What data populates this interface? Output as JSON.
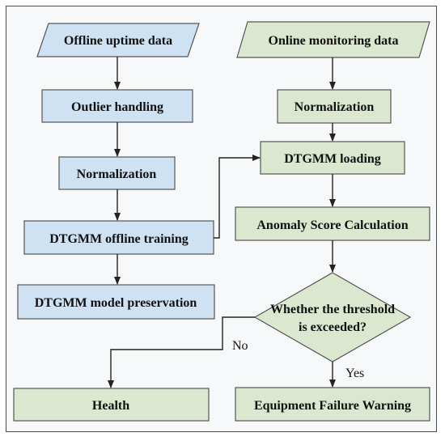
{
  "diagram": {
    "colors": {
      "blue_fill": "#cfe2f3",
      "green_fill": "#dbe8cf",
      "stroke": "#555555",
      "arrow": "#222222"
    },
    "nodes": {
      "offline_data": "Offline uptime data",
      "outlier": "Outlier handling",
      "norm_left": "Normalization",
      "offline_training": "DTGMM offline training",
      "preservation": "DTGMM model preservation",
      "online_data": "Online monitoring data",
      "norm_right": "Normalization",
      "loading": "DTGMM loading",
      "anomaly": "Anomaly Score Calculation",
      "decision_line1": "Whether the threshold",
      "decision_line2": "is exceeded?",
      "health": "Health",
      "warning": "Equipment Failure Warning"
    },
    "edge_labels": {
      "no": "No",
      "yes": "Yes"
    }
  }
}
